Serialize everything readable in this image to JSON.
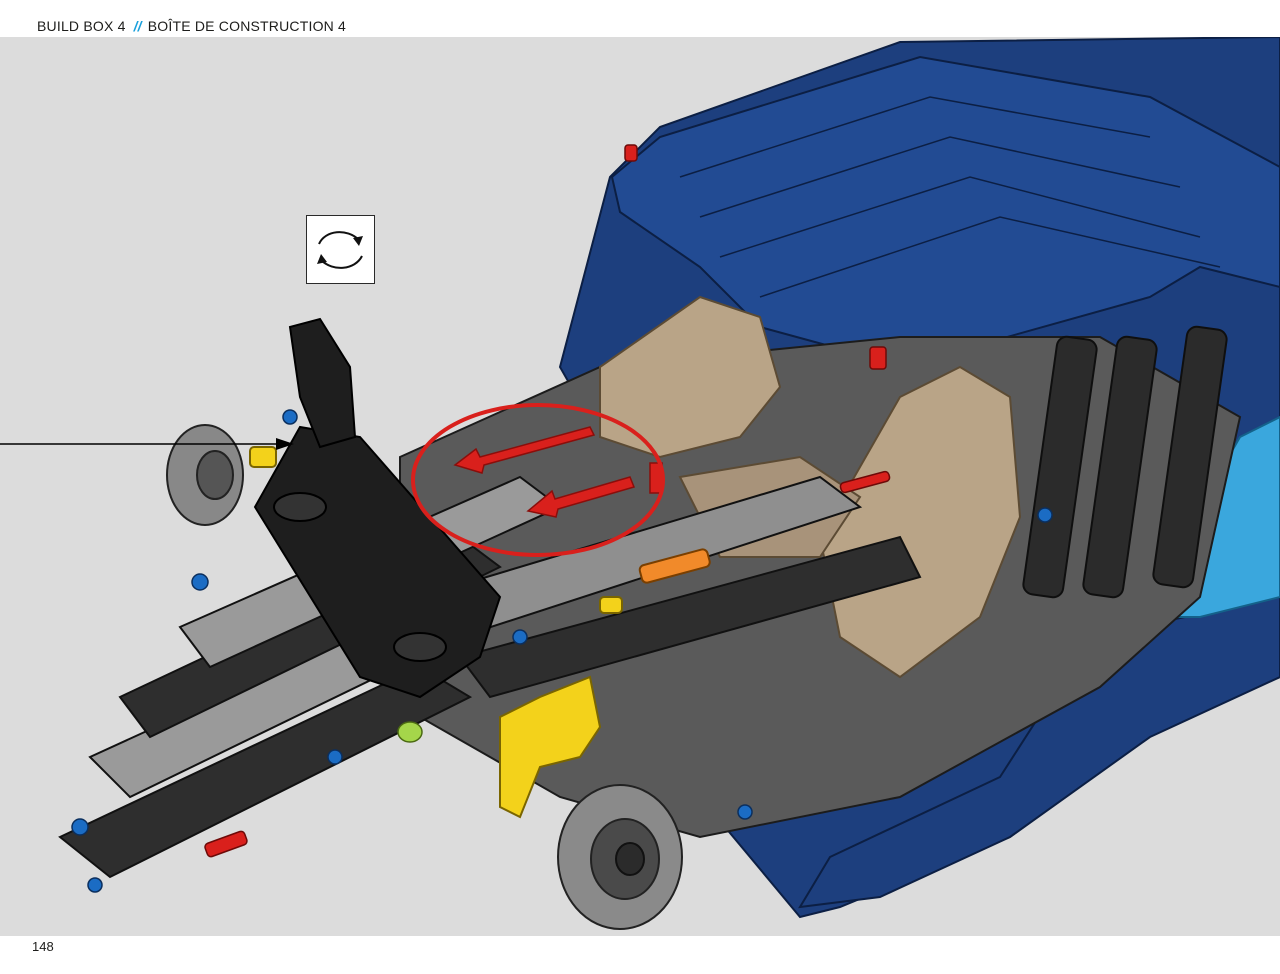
{
  "header": {
    "title_en": "BUILD BOX 4",
    "separator": "//",
    "title_fr": "BOÎTE DE CONSTRUCTION 4"
  },
  "illustration": {
    "rotate_icon": "rotate-model-icon",
    "highlight_color": "#d9201c",
    "body_color": "#1d3f7e"
  },
  "footer": {
    "page_number": "148"
  }
}
